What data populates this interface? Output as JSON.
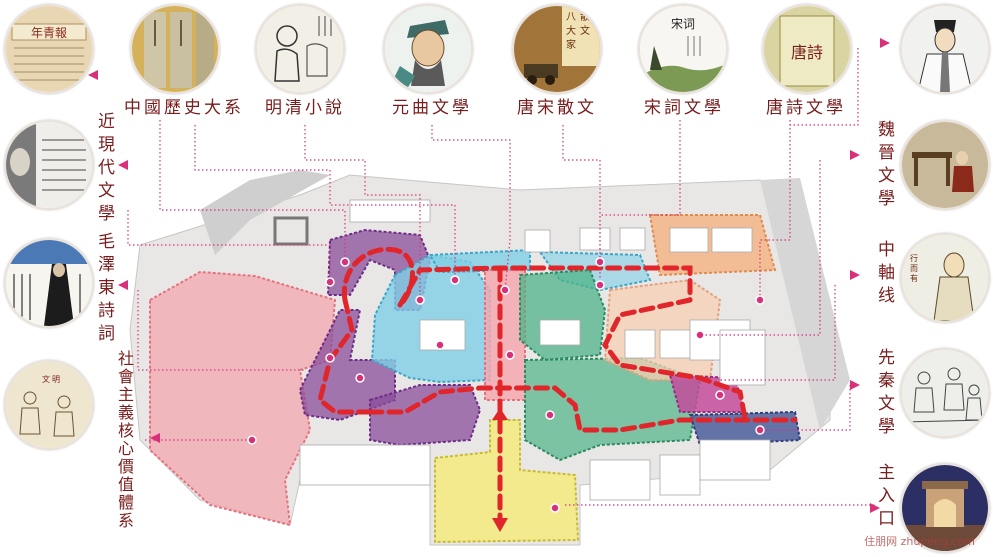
{
  "labels": {
    "top": [
      "中國歷史大系",
      "明清小說",
      "元曲文學",
      "唐宋散文",
      "宋詞文學",
      "唐詩文學"
    ],
    "right": [
      "魏晉文學",
      "中軸线",
      "先秦文學",
      "主入口"
    ],
    "left_col1": "近現代文學",
    "left_col2": "毛澤東詩詞",
    "left_col3": "社會主義核心價值體系"
  },
  "thumbs": {
    "history_book": "中國歷史大系 book cover",
    "ming_qing": "明清小說 ink painting",
    "yuan_qu": "元曲 figure portrait",
    "tang_song_prose": "唐宋八大家散文 book cover",
    "song_ci": "宋词",
    "tang_poetry": "唐詩",
    "wei_jin_portrait": "portrait",
    "wei_jin_scene": "scene",
    "axis_confucius": "Confucius",
    "pre_qin": "pre-qin scene",
    "main_gate": "gate"
  },
  "thumb_texts": {
    "newspaper": "年青報",
    "song_ci_title": "宋词",
    "tang_poetry_title": "唐詩"
  },
  "colors": {
    "label_color": "#7a1c1c",
    "path_red": "#e0262a",
    "link_pink": "#d8317a",
    "zone_pink": "#f3a4ad",
    "zone_purple": "#8a4d9b",
    "zone_blue": "#7fd0e6",
    "zone_green": "#4fb388",
    "zone_orange": "#f3b587",
    "zone_yellow": "#f3ea7c",
    "zone_navy": "#4b5d9c",
    "zone_magenta": "#c44c9c"
  },
  "watermark": "住朋网 zhupeng.com"
}
